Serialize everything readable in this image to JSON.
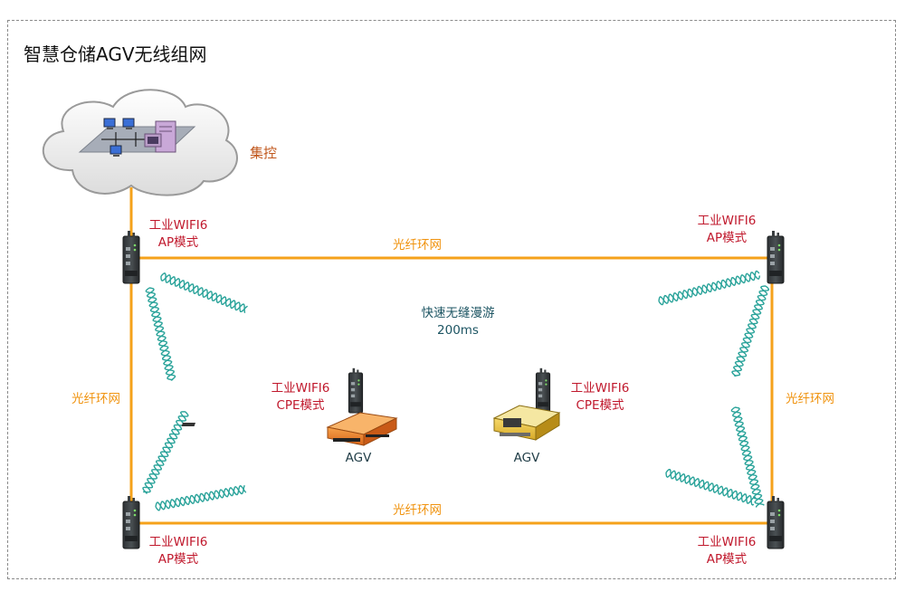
{
  "title": "智慧仓储AGV无线组网",
  "control_label": "集控",
  "fiber_labels": [
    "光纤环网",
    "光纤环网",
    "光纤环网",
    "光纤环网"
  ],
  "ap_label": {
    "line1": "工业WIFI6",
    "line2": "AP模式"
  },
  "cpe_label": {
    "line1": "工业WIFI6",
    "line2": "CPE模式"
  },
  "roaming": {
    "line1": "快速无缝漫游",
    "line2": "200ms"
  },
  "agv_label": "AGV",
  "colors": {
    "fiber": "#f5a21b",
    "label_red": "#c0182c",
    "fiber_text": "#f0930f",
    "wave": "#2aa39a"
  }
}
